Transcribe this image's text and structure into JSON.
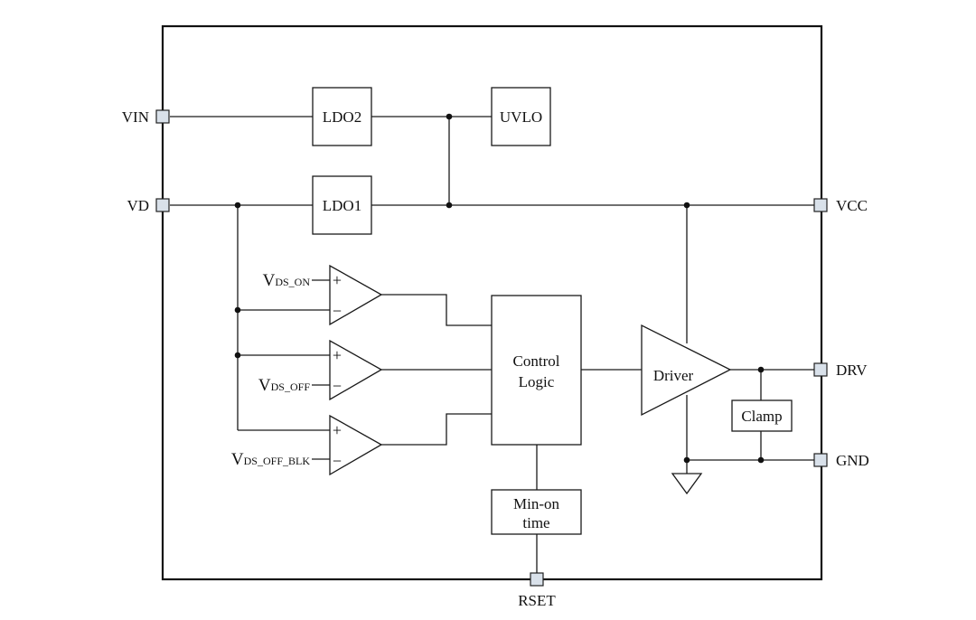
{
  "pins": {
    "vin": "VIN",
    "vd": "VD",
    "vcc": "VCC",
    "drv": "DRV",
    "gnd": "GND",
    "rset": "RSET"
  },
  "blocks": {
    "ldo2": "LDO2",
    "uvlo": "UVLO",
    "ldo1": "LDO1",
    "control_logic": [
      "Control",
      "Logic"
    ],
    "driver": "Driver",
    "clamp": "Clamp",
    "min_on_time": [
      "Min-on",
      "time"
    ]
  },
  "references": {
    "vds_on": {
      "main": "V",
      "sub": "DS_ON"
    },
    "vds_off": {
      "main": "V",
      "sub": "DS_OFF"
    },
    "vds_off_blk": {
      "main": "V",
      "sub": "DS_OFF_BLK"
    }
  },
  "comparator_symbols": {
    "plus": "+",
    "minus": "−"
  }
}
